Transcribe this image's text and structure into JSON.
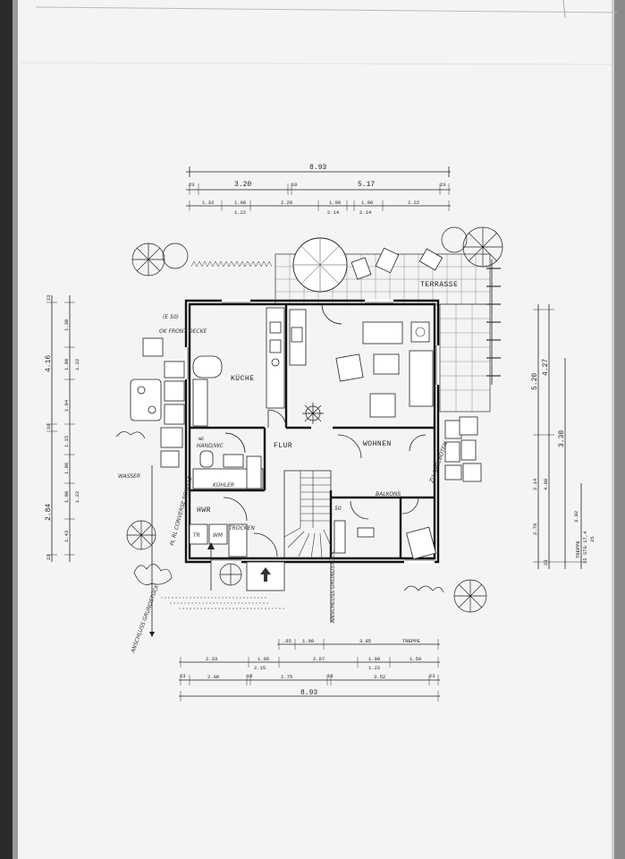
{
  "rooms": {
    "kueche": "KÜCHE",
    "flur": "FLUR",
    "wohnen": "WOHNEN",
    "wc": "WC",
    "hwr": "HWR",
    "terrasse": "TERRASSE",
    "treppe": "TREPPE"
  },
  "dims": {
    "top_total": "8.93",
    "top_row2": [
      "23",
      "3.20",
      "10",
      "5.17",
      "23"
    ],
    "top_row3": [
      "1.33",
      "1.00",
      "1.22",
      "2.20",
      "1.00",
      "2.14",
      "2.14",
      "1.00",
      "2.22"
    ],
    "bottom_row1": [
      ".65",
      "1.00",
      "3.85"
    ],
    "bottom_row2": [
      "2.33",
      "1.05",
      "2.15",
      "2.97",
      "1.00",
      "1.22",
      "1.58"
    ],
    "bottom_row3": [
      "23",
      "2.00",
      "10",
      "2.75",
      "10",
      "3.52",
      "23"
    ],
    "bottom_total": "8.93",
    "left_outer": [
      "23",
      "2.84",
      "10",
      "4.16",
      "23"
    ],
    "left_inner": [
      "1.43",
      "1.00",
      "1.22",
      "1.06",
      "1.15",
      "1.94",
      "1.00",
      "1.22",
      "1.30"
    ],
    "right_outer": [
      "5.20",
      "4.27",
      "3.30",
      "2.14",
      "4.00",
      "2.78",
      "23"
    ],
    "right_inner": [
      "3.02",
      "TREPPE",
      "15 STG 17,4",
      "25"
    ]
  },
  "handwritten": {
    "a": "(E 50)",
    "b": "OK FRONT DECKE",
    "c": "WASSER",
    "d": "PL RL CONVERSE SCHELLE",
    "e": "HAND/WC",
    "f": "KÜHLER",
    "g": "TROCKEN",
    "h": "BALKONS",
    "i": "ZU ANGEBOTEN",
    "j": "ANSCHLUSS GRUNDSTÜCK",
    "k": "TR",
    "l": "WM",
    "m": "50"
  }
}
